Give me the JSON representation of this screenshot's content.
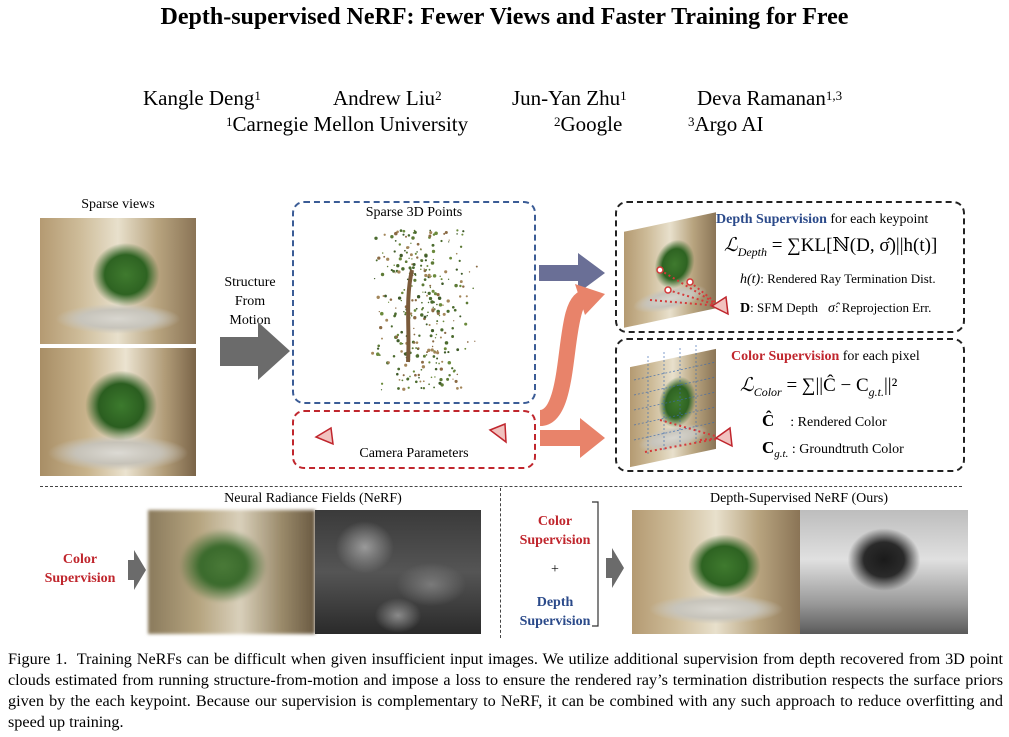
{
  "title": "Depth-supervised NeRF: Fewer Views and Faster Training for Free",
  "authors": [
    {
      "name": "Kangle Deng",
      "sup": "1"
    },
    {
      "name": "Andrew Liu",
      "sup": "2"
    },
    {
      "name": "Jun-Yan Zhu",
      "sup": "1"
    },
    {
      "name": "Deva Ramanan",
      "sup": "1,3"
    }
  ],
  "affiliations": [
    {
      "sup": "1",
      "name": "Carnegie Mellon University"
    },
    {
      "sup": "2",
      "name": "Google"
    },
    {
      "sup": "3",
      "name": "Argo AI"
    }
  ],
  "figure": {
    "sparse_views_label": "Sparse views",
    "sfm_label_lines": [
      "Structure",
      "From",
      "Motion"
    ],
    "sparse_points_label": "Sparse 3D Points",
    "camera_params_label": "Camera Parameters",
    "depth_sup": {
      "title": "Depth Supervision",
      "title_suffix": " for each keypoint",
      "loss_lhs": "ℒ",
      "loss_sub": "Depth",
      "loss_rhs": " = ∑KL[ℕ(D, σ̂)||h(t)]",
      "ht_symbol": "h(t)",
      "ht_desc": ": Rendered Ray Termination Dist.",
      "d_symbol": "D",
      "d_desc": ": SFM Depth",
      "sigma_symbol": "σ̂",
      "sigma_desc": ": Reprojection Err."
    },
    "color_sup": {
      "title": "Color Supervision",
      "title_suffix": " for each pixel",
      "loss_lhs": "ℒ",
      "loss_sub": "Color",
      "loss_rhs": " = ∑||Ĉ − C",
      "loss_rhs_sub": "g.t.",
      "loss_rhs_tail": "||²",
      "c_symbol": "Ĉ",
      "c_desc": ": Rendered Color",
      "cgt_symbol": "C",
      "cgt_sub": "g.t.",
      "cgt_desc": ": Groundtruth Color"
    },
    "nerf_title": "Neural Radiance Fields (NeRF)",
    "nerf_sup_lines": [
      "Color",
      "Supervision"
    ],
    "ds_title": "Depth-Supervised NeRF (Ours)",
    "ds_sup1_lines": [
      "Color",
      "Supervision"
    ],
    "plus": "+",
    "ds_sup2_lines": [
      "Depth",
      "Supervision"
    ]
  },
  "caption": {
    "label": "Figure 1.",
    "text": "Training NeRFs can be difficult when given insufficient input images. We utilize additional supervision from depth recovered from 3D point clouds estimated from running structure-from-motion and impose a loss to ensure the rendered ray’s termination distribution respects the surface priors given by the each keypoint. Because our supervision is complementary to NeRF, it can be combined with any such approach to reduce overfitting and speed up training."
  },
  "colors": {
    "red": "#c0262d",
    "blue": "#2b4a8a",
    "arrow_gray": "#6b6b6b",
    "arrow_salmon": "#e8836a",
    "arrow_slate": "#6a6f96"
  }
}
